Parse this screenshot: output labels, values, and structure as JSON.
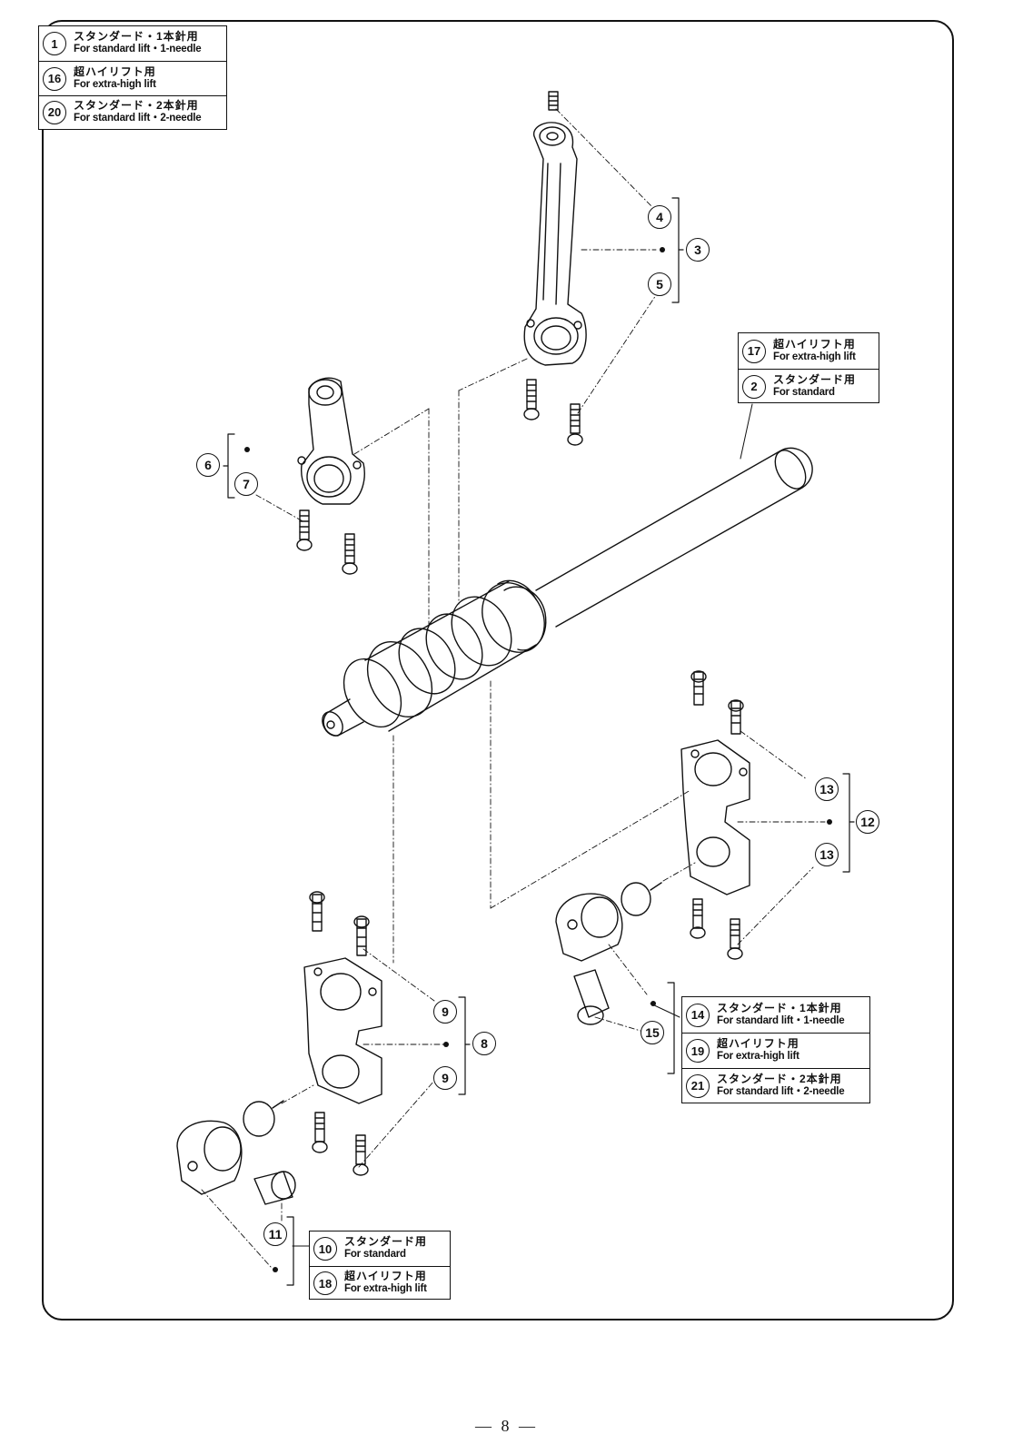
{
  "legends": {
    "top_left": [
      {
        "num": "1",
        "jp": "スタンダード・1本針用",
        "en": "For standard lift・1-needle"
      },
      {
        "num": "16",
        "jp": "超ハイリフト用",
        "en": "For extra-high lift"
      },
      {
        "num": "20",
        "jp": "スタンダード・2本針用",
        "en": "For standard lift・2-needle"
      }
    ],
    "shaft": [
      {
        "num": "17",
        "jp": "超ハイリフト用",
        "en": "For extra-high lift"
      },
      {
        "num": "2",
        "jp": "スタンダード用",
        "en": "For standard"
      }
    ],
    "right_bottom": [
      {
        "num": "14",
        "jp": "スタンダード・1本針用",
        "en": "For standard lift・1-needle"
      },
      {
        "num": "19",
        "jp": "超ハイリフト用",
        "en": "For extra-high lift"
      },
      {
        "num": "21",
        "jp": "スタンダード・2本針用",
        "en": "For standard lift・2-needle"
      }
    ],
    "left_bottom": [
      {
        "num": "10",
        "jp": "スタンダード用",
        "en": "For standard"
      },
      {
        "num": "18",
        "jp": "超ハイリフト用",
        "en": "For extra-high lift"
      }
    ]
  },
  "callouts": {
    "c3": "3",
    "c4": "4",
    "c5": "5",
    "c6": "6",
    "c7": "7",
    "c8": "8",
    "c9a": "9",
    "c9b": "9",
    "c11": "11",
    "c12": "12",
    "c13a": "13",
    "c13b": "13",
    "c15": "15"
  },
  "page_number": "— 8 —"
}
